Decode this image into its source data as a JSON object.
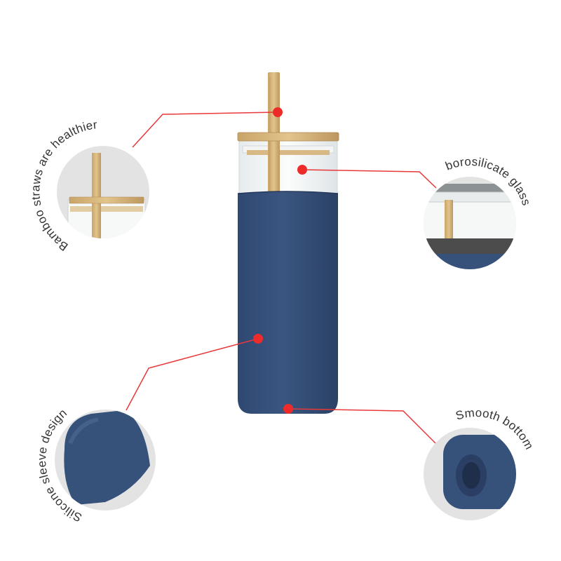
{
  "callouts": {
    "straw": {
      "label": "Bamboo straws are healthier"
    },
    "glass": {
      "label": "borosilicate glass"
    },
    "sleeve": {
      "label": "Silicone sleeve design"
    },
    "bottom": {
      "label": "Smooth bottom"
    }
  },
  "colors": {
    "sleeve": "#36517a",
    "sleeve_dark": "#2c4266",
    "bamboo": "#d9b87e",
    "bamboo_dark": "#b8925a",
    "glass": "#eef1f2",
    "marker": "#ee2b2b",
    "leader_line": "#e8383a",
    "circle_bg": "#e3e3e3",
    "base_grey": "#4c4c4c"
  },
  "icons": {
    "marker": "red-dot-marker"
  }
}
